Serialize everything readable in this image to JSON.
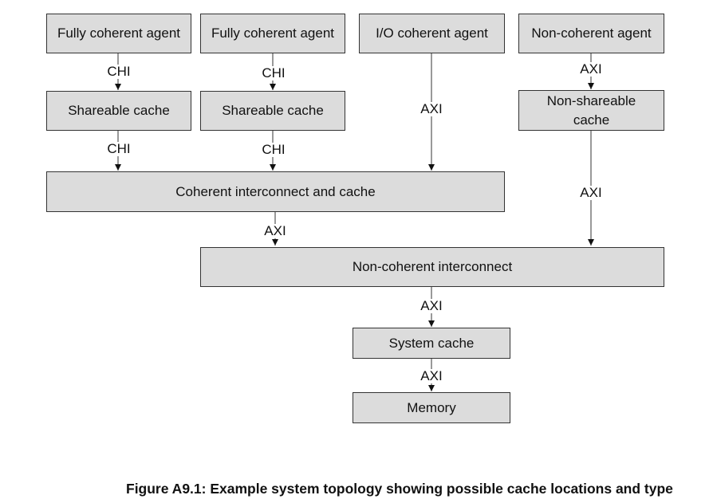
{
  "boxes": {
    "agent1": "Fully coherent agent",
    "agent2": "Fully coherent agent",
    "agent3": "I/O coherent agent",
    "agent4": "Non-coherent agent",
    "cache1": "Shareable cache",
    "cache2": "Shareable cache",
    "cache4": "Non-shareable cache",
    "coherent_interconnect": "Coherent interconnect and cache",
    "noncoherent_interconnect": "Non-coherent interconnect",
    "system_cache": "System cache",
    "memory": "Memory"
  },
  "links": {
    "a1_c1": "CHI",
    "a2_c2": "CHI",
    "c1_ci": "CHI",
    "c2_ci": "CHI",
    "a3_ci": "AXI",
    "a4_c4": "AXI",
    "c4_nci": "AXI",
    "ci_nci": "AXI",
    "nci_sc": "AXI",
    "sc_mem": "AXI"
  },
  "caption": "Figure A9.1: Example system topology showing possible cache locations and type"
}
